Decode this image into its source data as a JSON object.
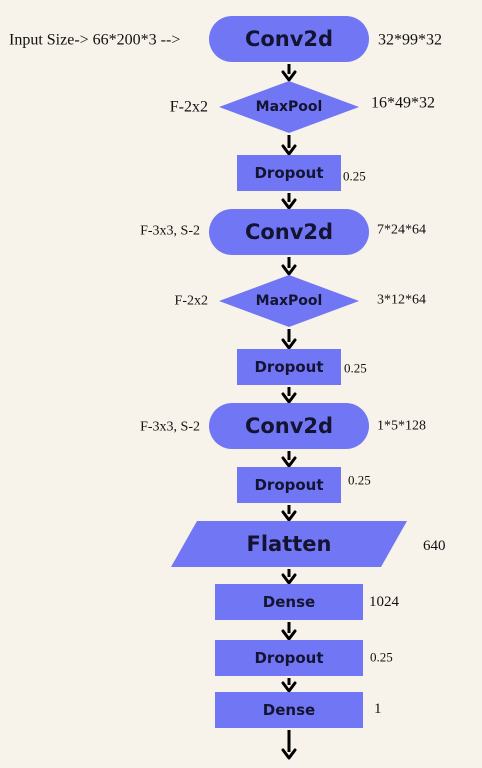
{
  "colors": {
    "background": "#f7f2ea",
    "node_fill": "#7177f4",
    "node_text": "#141432",
    "arrow": "#000000",
    "annotation_text": "#111111"
  },
  "input_label": "Input Size-> 66*200*3 -->",
  "nodes": [
    {
      "id": "conv2d-1",
      "shape": "pill",
      "label": "Conv2d",
      "left_note": "",
      "right_note": "32*99*32"
    },
    {
      "id": "maxpool-1",
      "shape": "diamond",
      "label": "MaxPool",
      "left_note": "F-2x2",
      "right_note": "16*49*32"
    },
    {
      "id": "dropout-1",
      "shape": "rect",
      "label": "Dropout",
      "left_note": "",
      "right_note": "0.25"
    },
    {
      "id": "conv2d-2",
      "shape": "pill",
      "label": "Conv2d",
      "left_note": "F-3x3, S-2",
      "right_note": "7*24*64"
    },
    {
      "id": "maxpool-2",
      "shape": "diamond",
      "label": "MaxPool",
      "left_note": "F-2x2",
      "right_note": "3*12*64"
    },
    {
      "id": "dropout-2",
      "shape": "rect",
      "label": "Dropout",
      "left_note": "",
      "right_note": "0.25"
    },
    {
      "id": "conv2d-3",
      "shape": "pill",
      "label": "Conv2d",
      "left_note": "F-3x3, S-2",
      "right_note": "1*5*128"
    },
    {
      "id": "dropout-3",
      "shape": "rect",
      "label": "Dropout",
      "left_note": "",
      "right_note": "0.25"
    },
    {
      "id": "flatten",
      "shape": "parallelogram",
      "label": "Flatten",
      "left_note": "",
      "right_note": "640"
    },
    {
      "id": "dense-1",
      "shape": "rect",
      "label": "Dense",
      "left_note": "",
      "right_note": "1024"
    },
    {
      "id": "dropout-4",
      "shape": "rect",
      "label": "Dropout",
      "left_note": "",
      "right_note": "0.25"
    },
    {
      "id": "dense-2",
      "shape": "rect",
      "label": "Dense",
      "left_note": "",
      "right_note": "1"
    }
  ]
}
